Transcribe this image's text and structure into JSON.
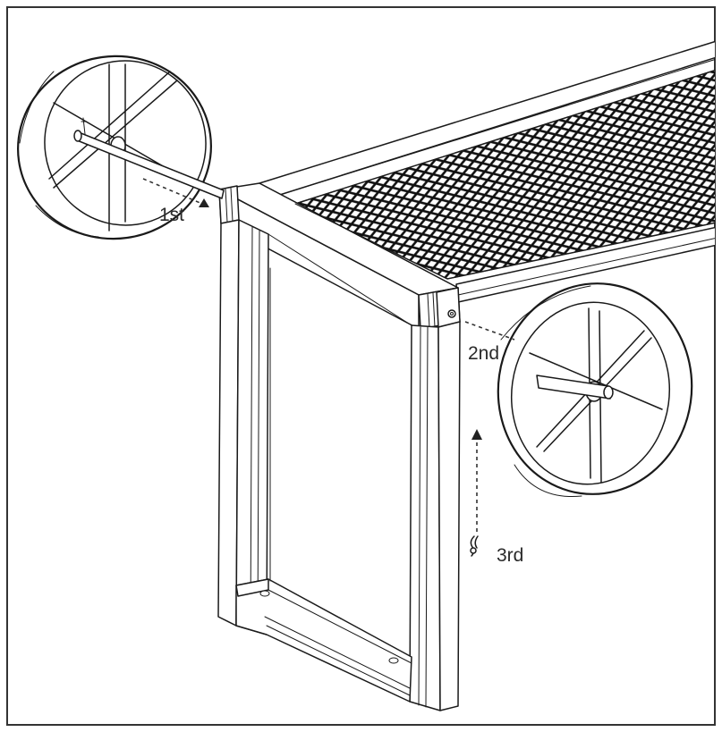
{
  "diagram": {
    "colors": {
      "line": "#1a1a1a",
      "background": "#ffffff",
      "frame_border": "#333333"
    },
    "steps": [
      {
        "id": "step-1",
        "label": "1st"
      },
      {
        "id": "step-2",
        "label": "2nd"
      },
      {
        "id": "step-3",
        "label": "3rd"
      }
    ]
  }
}
